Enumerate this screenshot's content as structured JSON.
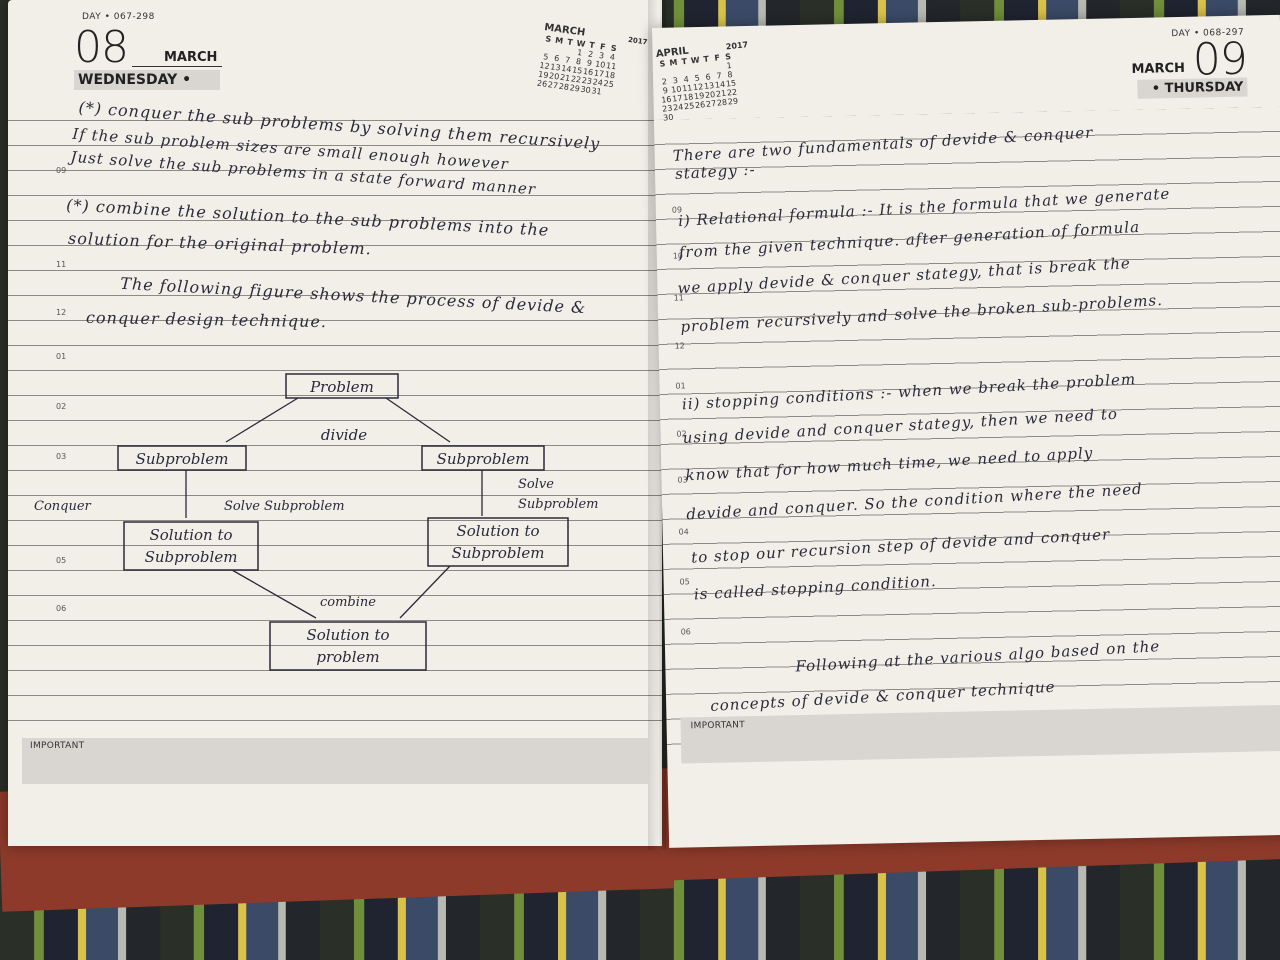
{
  "left_page": {
    "day_code": "DAY • 067-298",
    "date_number": "08",
    "month": "MARCH",
    "weekday": "WEDNESDAY •",
    "calendar": {
      "title": "MARCH",
      "year": "2017",
      "days_header": [
        "S",
        "M",
        "T",
        "W",
        "T",
        "F",
        "S"
      ],
      "rows": [
        [
          "",
          "",
          "",
          "1",
          "2",
          "3",
          "4"
        ],
        [
          "5",
          "6",
          "7",
          "8",
          "9",
          "10",
          "11"
        ],
        [
          "12",
          "13",
          "14",
          "15",
          "16",
          "17",
          "18"
        ],
        [
          "19",
          "20",
          "21",
          "22",
          "23",
          "24",
          "25"
        ],
        [
          "26",
          "27",
          "28",
          "29",
          "30",
          "31",
          ""
        ]
      ]
    },
    "hour_labels": [
      "09",
      "11",
      "12",
      "01",
      "02",
      "03",
      "05",
      "06"
    ],
    "lines": [
      "(*) conquer the sub problems by solving them recursively",
      "If the sub problem sizes are small enough however",
      "Just solve the sub problems in a state forward manner",
      "(*) combine the solution to the sub problems into the",
      "solution for the original problem.",
      "The following figure shows the process of devide &",
      "conquer design technique."
    ],
    "diagram": {
      "root": "Problem",
      "divide_label": "divide",
      "sub_left": "Subproblem",
      "sub_right": "Subproblem",
      "conquer_label": "Conquer",
      "solve_left": "Solve Subproblem",
      "solve_right_1": "Solve",
      "solve_right_2": "Subproblem",
      "sol_left_1": "Solution to",
      "sol_left_2": "Subproblem",
      "sol_right_1": "Solution to",
      "sol_right_2": "Subproblem",
      "combine_label": "combine",
      "final_1": "Solution to",
      "final_2": "problem"
    },
    "important_label": "IMPORTANT"
  },
  "right_page": {
    "day_code": "DAY • 068-297",
    "date_number": "09",
    "month": "MARCH",
    "weekday": "• THURSDAY",
    "calendar": {
      "title": "APRIL",
      "year": "2017",
      "days_header": [
        "S",
        "M",
        "T",
        "W",
        "T",
        "F",
        "S"
      ],
      "rows": [
        [
          "",
          "",
          "",
          "",
          "",
          "",
          "1"
        ],
        [
          "2",
          "3",
          "4",
          "5",
          "6",
          "7",
          "8"
        ],
        [
          "9",
          "10",
          "11",
          "12",
          "13",
          "14",
          "15"
        ],
        [
          "16",
          "17",
          "18",
          "19",
          "20",
          "21",
          "22"
        ],
        [
          "23",
          "24",
          "25",
          "26",
          "27",
          "28",
          "29"
        ],
        [
          "30",
          "",
          "",
          "",
          "",
          "",
          ""
        ]
      ]
    },
    "hour_labels": [
      "09",
      "10",
      "11",
      "12",
      "01",
      "02",
      "03",
      "04",
      "05",
      "06"
    ],
    "lines": [
      "There are two fundamentals of devide & conquer",
      "stategy :-",
      "i) Relational formula :- It is the formula that we generate",
      "from the given technique. after generation of formula",
      "we apply devide & conquer stategy, that is break the",
      "problem recursively and solve the broken sub-problems.",
      "ii) stopping conditions :- when we break the problem",
      "using devide and conquer stategy, then we need to",
      "know that for how much time, we need to apply",
      "devide and conquer. So the condition where the need",
      "to stop our recursion step of devide and conquer",
      "is called stopping condition.",
      "Following at the various algo based on the",
      "concepts of devide & conquer technique"
    ],
    "important_label": "IMPORTANT"
  }
}
